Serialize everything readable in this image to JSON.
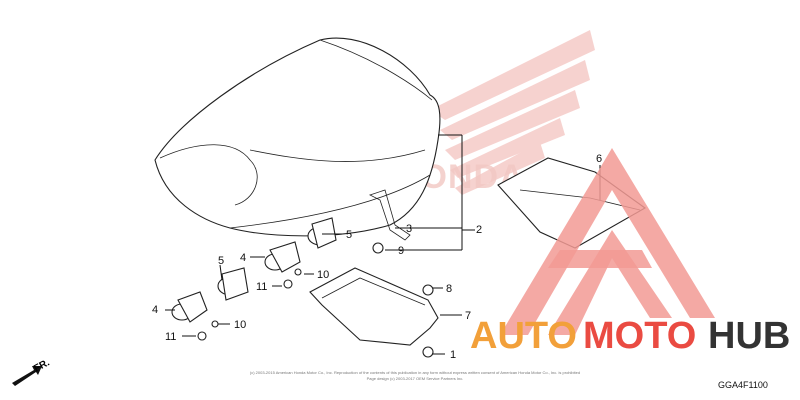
{
  "diagram": {
    "code": "GGA4F1100",
    "front_label": "FR.",
    "copyright_lines": [
      "(c) 2003-2015 American Honda Motor Co., Inc. Reproduction of the contents of this publication in any form without express written consent of American Honda Motor Co., Inc. is prohibited",
      "Page design (c) 2003-2017 OEM Service Partners Inc."
    ],
    "watermark_text": "HONDA",
    "callouts": [
      {
        "id": "c1",
        "label": "1"
      },
      {
        "id": "c2",
        "label": "2"
      },
      {
        "id": "c3",
        "label": "3"
      },
      {
        "id": "c4a",
        "label": "4"
      },
      {
        "id": "c4b",
        "label": "4"
      },
      {
        "id": "c5a",
        "label": "5"
      },
      {
        "id": "c5b",
        "label": "5"
      },
      {
        "id": "c6",
        "label": "6"
      },
      {
        "id": "c7",
        "label": "7"
      },
      {
        "id": "c8",
        "label": "8"
      },
      {
        "id": "c9",
        "label": "9"
      },
      {
        "id": "c10a",
        "label": "10"
      },
      {
        "id": "c10b",
        "label": "10"
      },
      {
        "id": "c11a",
        "label": "11"
      },
      {
        "id": "c11b",
        "label": "11"
      }
    ]
  },
  "brand": {
    "logo_part1": "AUTO",
    "logo_part2": "MOTO",
    "logo_part3": "HUB",
    "colors": {
      "orange": "#f2a03a",
      "red": "#ea4b42",
      "pink": "#f29a94",
      "dark": "#333333"
    }
  }
}
